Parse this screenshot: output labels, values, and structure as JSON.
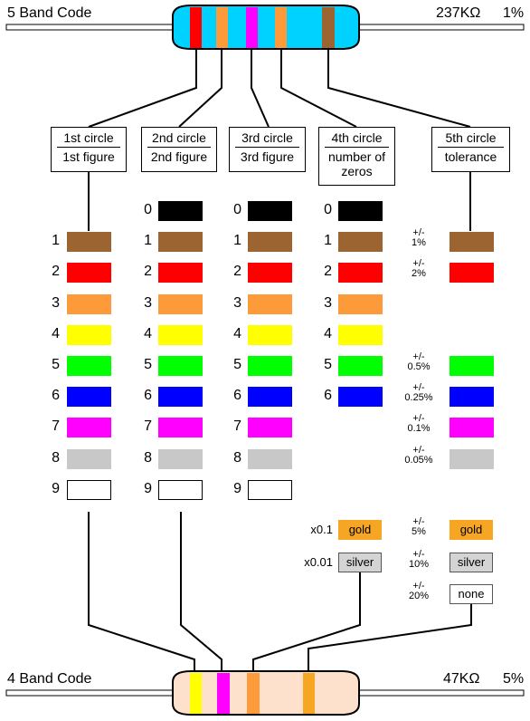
{
  "top": {
    "title": "5 Band Code",
    "value": "237KΩ",
    "tolerance": "1%"
  },
  "bottom": {
    "title": "4 Band Code",
    "value": "47KΩ",
    "tolerance": "5%"
  },
  "headers": [
    {
      "line1": "1st circle",
      "line2": "1st figure"
    },
    {
      "line1": "2nd circle",
      "line2": "2nd figure"
    },
    {
      "line1": "3rd circle",
      "line2": "3rd figure"
    },
    {
      "line1": "4th circle",
      "line2": "number of zeros"
    },
    {
      "line1": "5th circle",
      "line2": "tolerance"
    }
  ],
  "colors": {
    "black": "#000000",
    "brown": "#9b6430",
    "red": "#ff0000",
    "orange": "#fd9a3a",
    "yellow": "#ffff00",
    "green": "#00ff00",
    "blue": "#0000ff",
    "violet": "#ff00ff",
    "grey": "#c8c8c8",
    "white": "#ffffff",
    "gold": "#f7a623",
    "silver": "#d4d4d4",
    "body_top": "#00d2ff",
    "body_bottom": "#fde1cc"
  },
  "digit_rows": [
    {
      "digit": "0",
      "color": "black"
    },
    {
      "digit": "1",
      "color": "brown"
    },
    {
      "digit": "2",
      "color": "red"
    },
    {
      "digit": "3",
      "color": "orange"
    },
    {
      "digit": "4",
      "color": "yellow"
    },
    {
      "digit": "5",
      "color": "green"
    },
    {
      "digit": "6",
      "color": "blue"
    },
    {
      "digit": "7",
      "color": "violet"
    },
    {
      "digit": "8",
      "color": "grey"
    },
    {
      "digit": "9",
      "color": "white"
    }
  ],
  "tolerance_rows": [
    {
      "color": "brown",
      "pre": "+/-",
      "val": "1%"
    },
    {
      "color": "red",
      "pre": "+/-",
      "val": "2%"
    },
    {
      "color": "green",
      "pre": "+/-",
      "val": "0.5%"
    },
    {
      "color": "blue",
      "pre": "+/-",
      "val": "0.25%"
    },
    {
      "color": "violet",
      "pre": "+/-",
      "val": "0.1%"
    },
    {
      "color": "grey",
      "pre": "+/-",
      "val": "0.05%"
    }
  ],
  "multipliers": [
    {
      "text": "x0.1",
      "label": "gold"
    },
    {
      "text": "x0.01",
      "label": "silver"
    }
  ],
  "tolerance_labels": [
    {
      "pre": "+/-",
      "val": "5%",
      "label": "gold"
    },
    {
      "pre": "+/-",
      "val": "10%",
      "label": "silver"
    },
    {
      "pre": "+/-",
      "val": "20%",
      "label": "none"
    }
  ]
}
